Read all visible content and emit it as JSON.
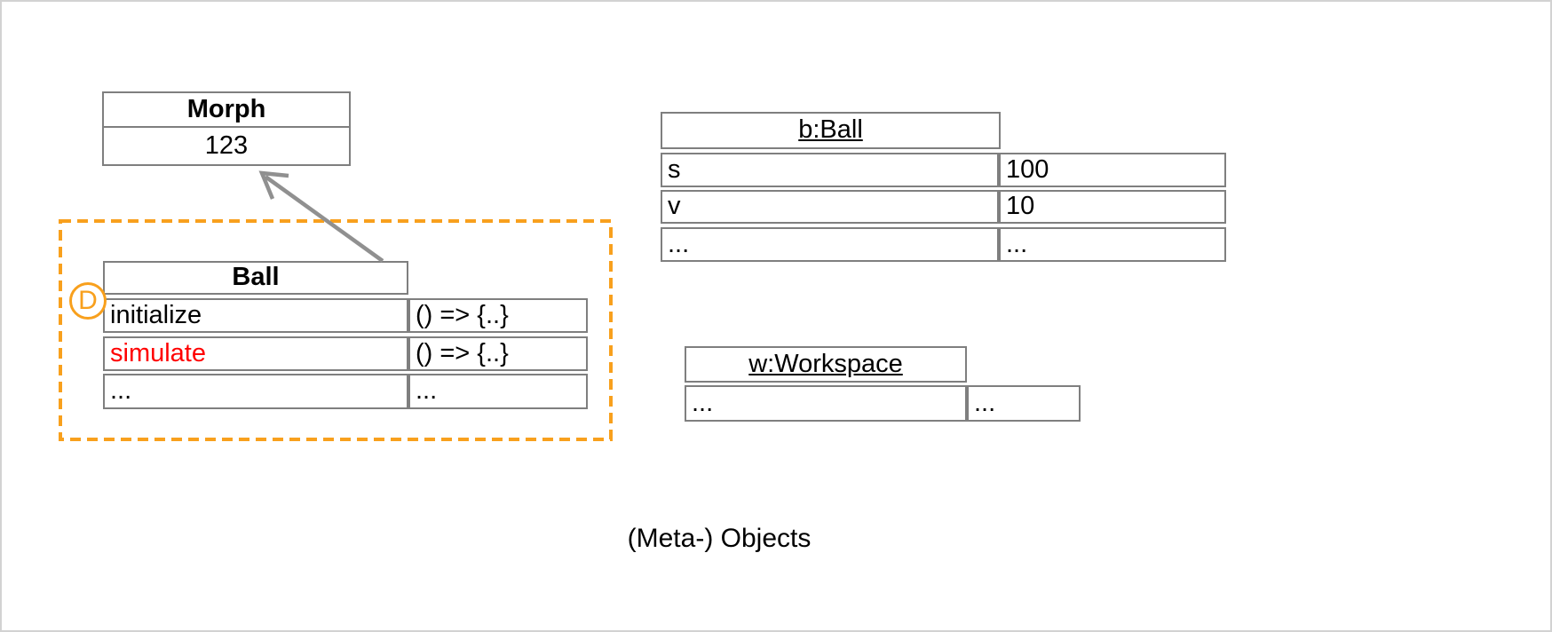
{
  "canvas": {
    "caption": "(Meta-) Objects"
  },
  "colors": {
    "accent_orange": "#F8A01D",
    "highlight_red": "#FF0000",
    "table_border_gray": "#7F7F7F",
    "arrow_gray": "#909090"
  },
  "morph_class": {
    "title": "Morph",
    "fields": [
      "123"
    ]
  },
  "ball_class": {
    "badge": "D",
    "title": "Ball",
    "rows": [
      {
        "key": "initialize",
        "value": "() => {..}"
      },
      {
        "key": "simulate",
        "value": "() => {..}"
      },
      {
        "key": "...",
        "value": "..."
      }
    ]
  },
  "b_ball_object": {
    "title": "b:Ball",
    "rows": [
      {
        "key": "s",
        "value": "100"
      },
      {
        "key": "v",
        "value": "10"
      },
      {
        "key": "...",
        "value": "..."
      }
    ]
  },
  "w_workspace_object": {
    "title": "w:Workspace",
    "rows": [
      {
        "key": "...",
        "value": "..."
      }
    ]
  }
}
